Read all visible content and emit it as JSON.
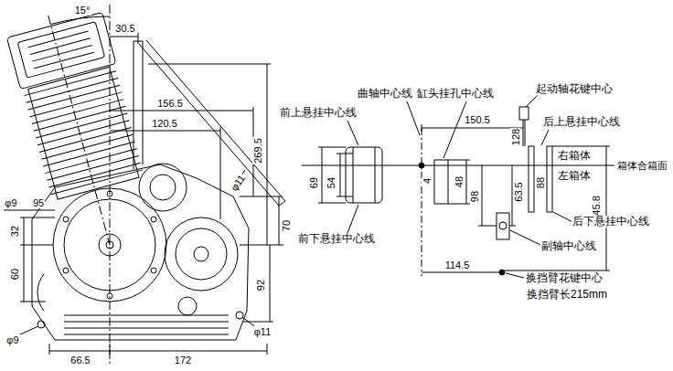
{
  "diagram": {
    "labels": [
      "15°",
      "30.5",
      "156.5",
      "120.5",
      "269.5",
      "φ11",
      "φ9",
      "95",
      "32",
      "60",
      "70",
      "92",
      "φ9",
      "φ11",
      "66.5",
      "172",
      "曲轴中心线",
      "缸头挂孔中心线",
      "起动轴花键中心",
      "前上悬挂中心线",
      "150.5",
      "后上悬挂中心线",
      "128",
      "右箱体",
      "左箱体",
      "箱体合箱面",
      "69",
      "54",
      "4",
      "48",
      "98",
      "63.5",
      "88",
      "145.8",
      "前下悬挂中心线",
      "后下悬挂中心线",
      "副轴中心线",
      "114.5",
      "换挡臂花键中心",
      "换挡臂长215mm"
    ]
  }
}
